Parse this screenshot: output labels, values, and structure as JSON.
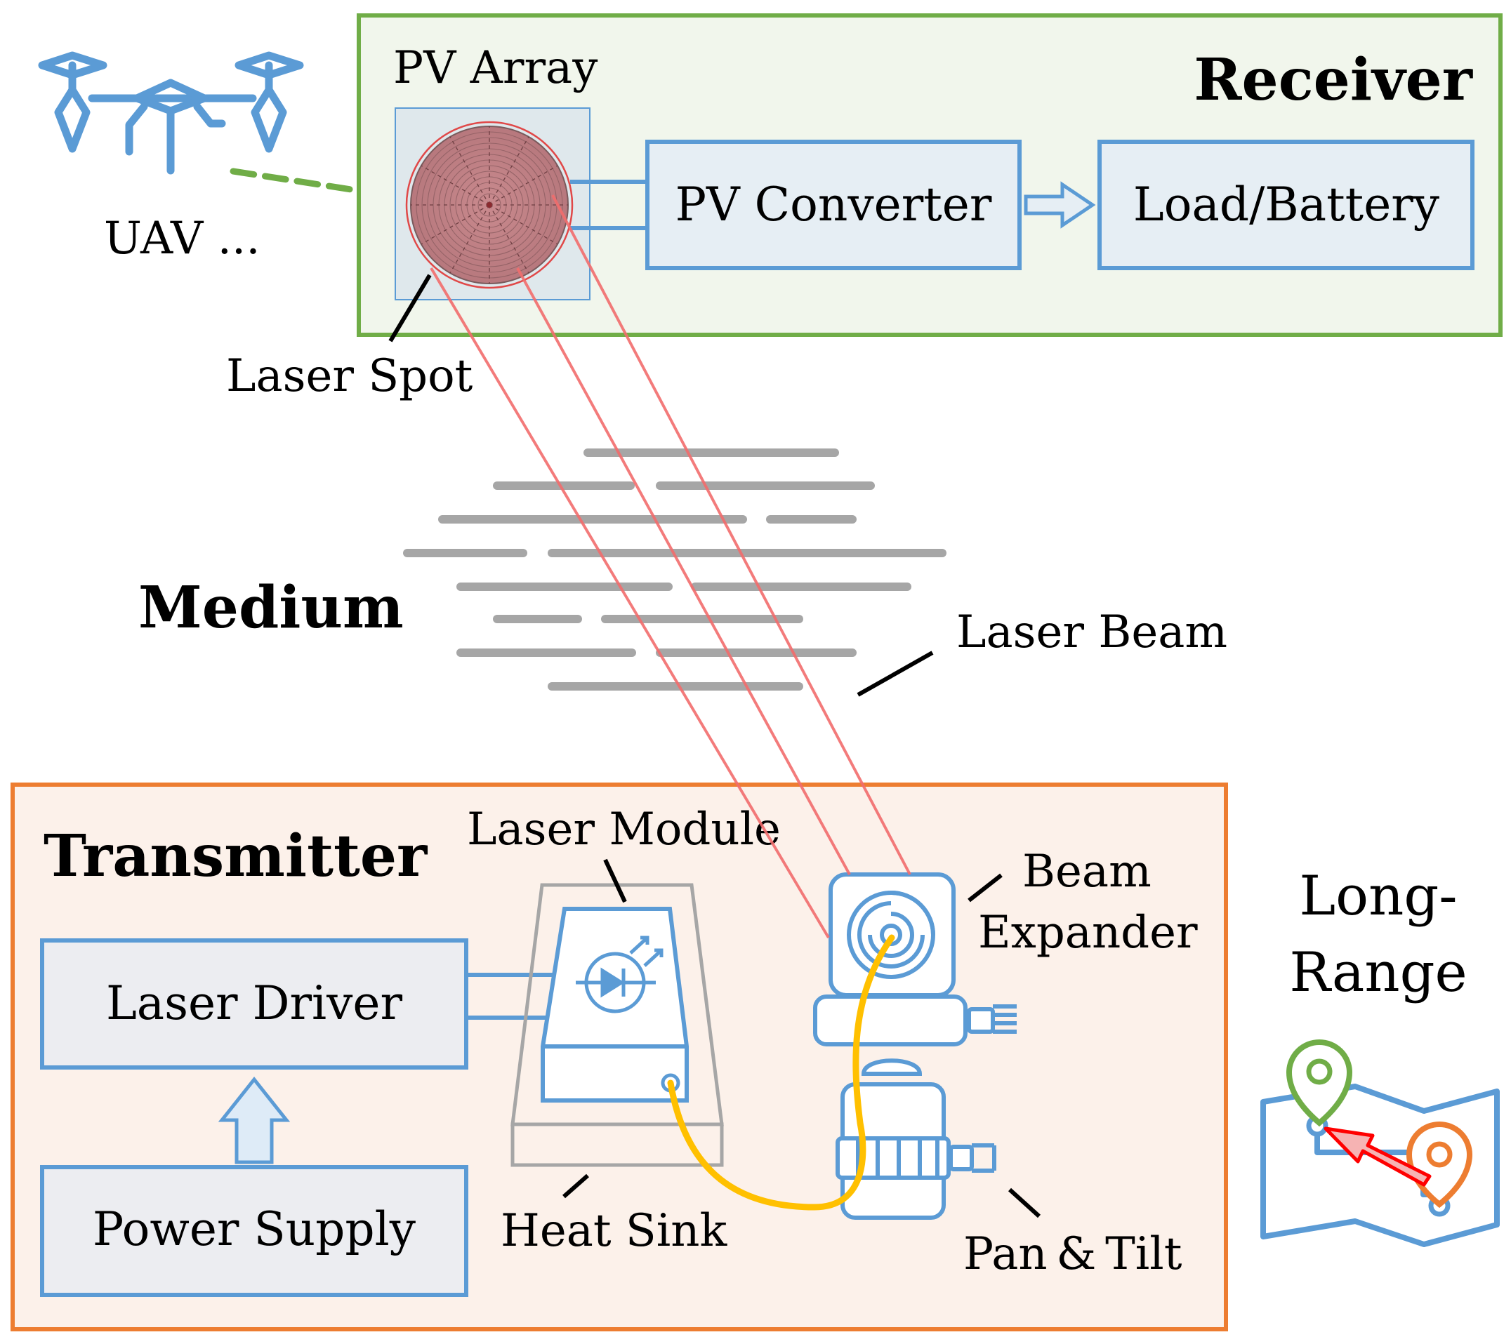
{
  "receiver": {
    "title": "Receiver",
    "pv_array_label": "PV Array",
    "pv_converter_label": "PV Converter",
    "load_battery_label": "Load/Battery",
    "laser_spot_label": "Laser Spot",
    "uav_label": "UAV ..."
  },
  "medium": {
    "title": "Medium",
    "laser_beam_label": "Laser Beam"
  },
  "transmitter": {
    "title": "Transmitter",
    "laser_driver_label": "Laser Driver",
    "power_supply_label": "Power Supply",
    "laser_module_label": "Laser Module",
    "heat_sink_label": "Heat Sink",
    "beam_expander_line1": "Beam",
    "beam_expander_line2": "Expander",
    "pan_tilt_label": "Pan & Tilt"
  },
  "long_range": {
    "line1": "Long-",
    "line2": "Range"
  },
  "colors": {
    "blue": "#5b9bd5",
    "green": "#70ad47",
    "orange": "#ed7d31",
    "red_beam": "#f26d6d",
    "gray": "#a6a6a6",
    "yellow_fiber": "#ffc000",
    "receiver_fill": "#f1f6ec",
    "transmitter_fill": "#fcf1ea",
    "box_fill_blue": "#e6eef4",
    "box_fill_gray": "#ecedf1"
  }
}
